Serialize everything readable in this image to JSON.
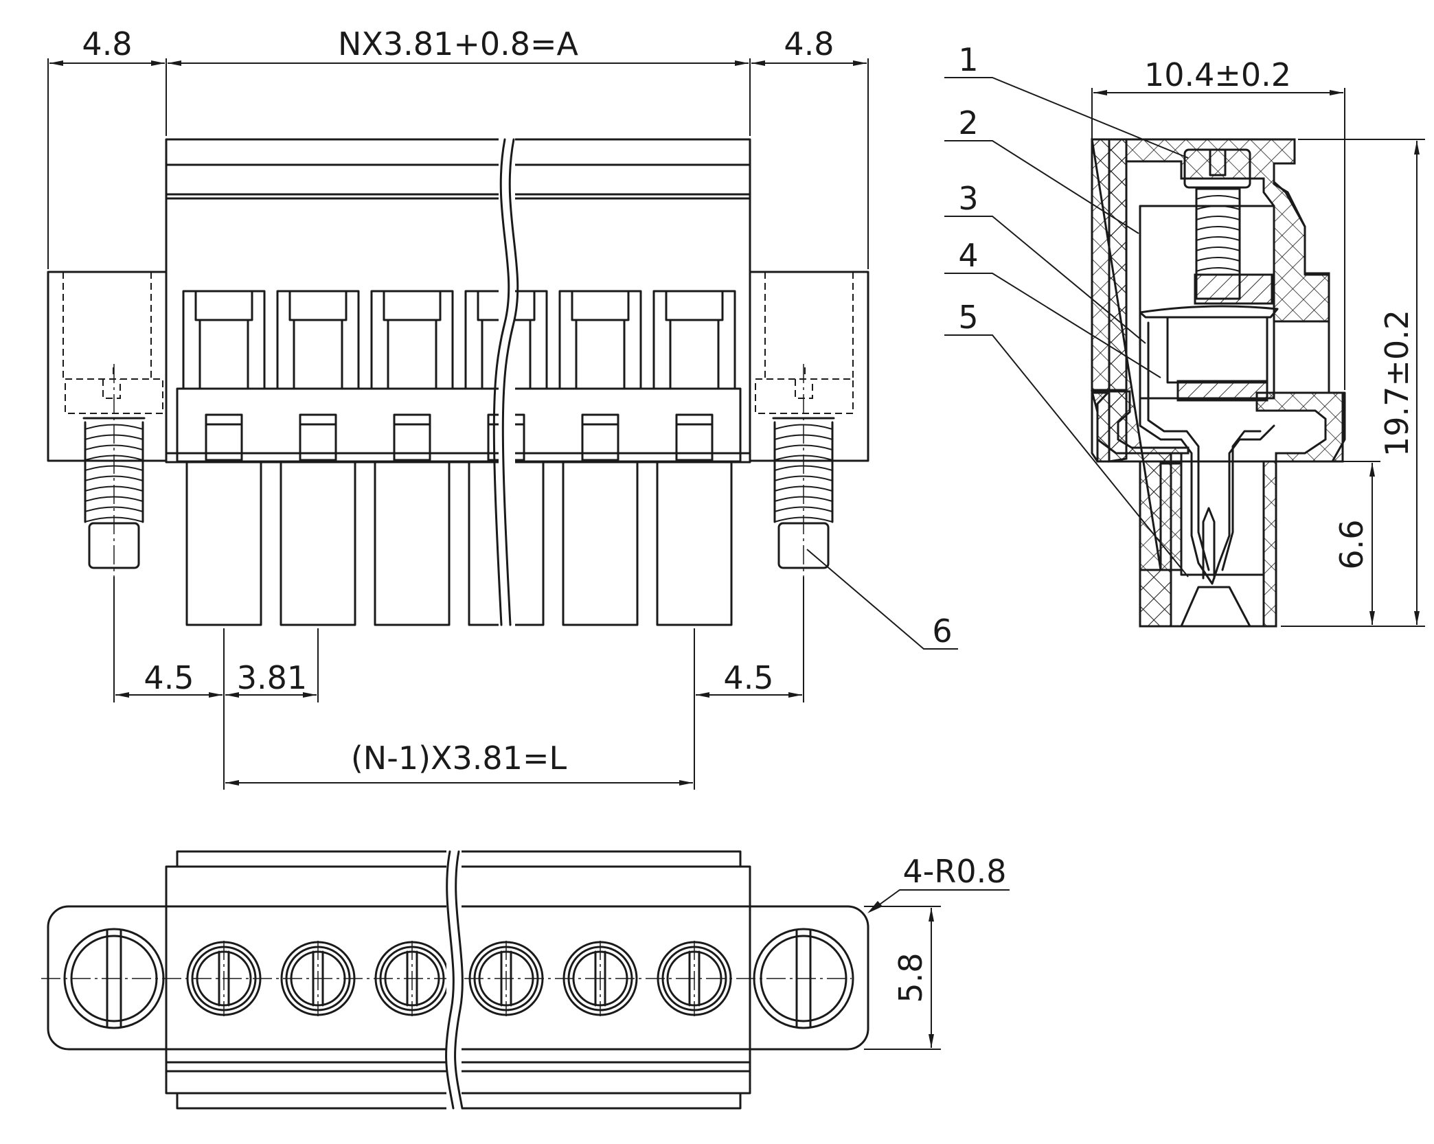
{
  "dimensions": {
    "top_left_flange": "4.8",
    "top_overall": "NX3.81+0.8=A",
    "top_right_flange": "4.8",
    "bottom_left_offset": "4.5",
    "pitch": "3.81",
    "bottom_right_offset": "4.5",
    "length_total": "(N-1)X3.81=L",
    "side_width": "10.4±0.2",
    "side_height": "19.7±0.2",
    "pin_depth": "6.6",
    "corner_radius": "4-R0.8",
    "plan_height": "5.8"
  },
  "callouts": [
    "1",
    "2",
    "3",
    "4",
    "5",
    "6"
  ],
  "colors": {
    "line": "#1a1a1a",
    "background": "#ffffff"
  }
}
